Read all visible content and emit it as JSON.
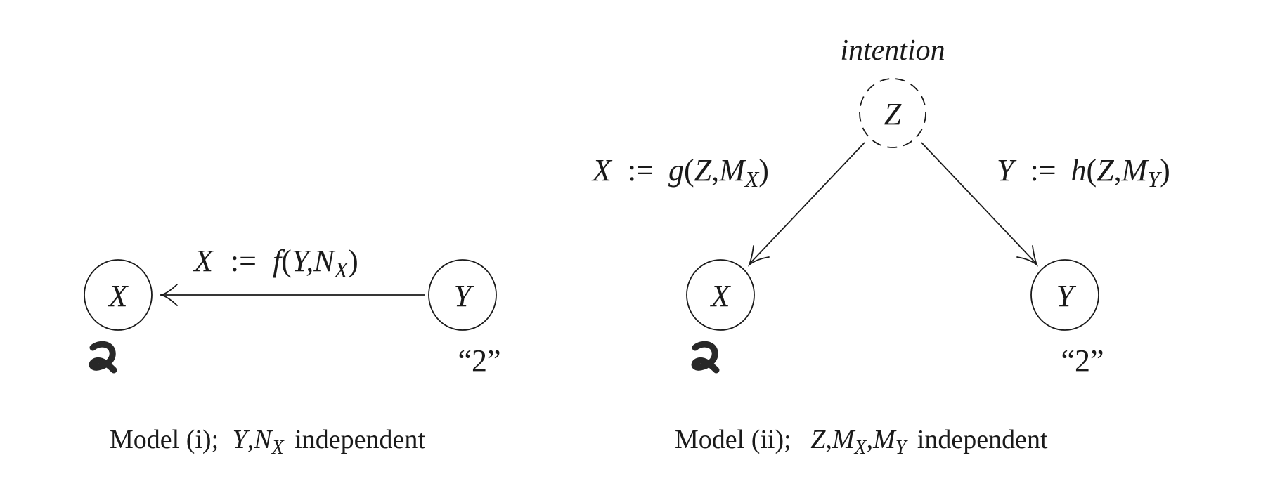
{
  "figure": {
    "model_i": {
      "nodes": [
        {
          "id": "X",
          "label": "X",
          "observed": true
        },
        {
          "id": "Y",
          "label": "Y",
          "observed": true
        }
      ],
      "edges": [
        {
          "from": "Y",
          "to": "X",
          "label": {
            "lhs": "X",
            "op": ":=",
            "func": "f",
            "args_pre": "Y,",
            "arg_main": "N",
            "arg_sub": "X"
          }
        }
      ],
      "annotations": {
        "x_below": "handwritten-digit-2-image",
        "y_below": "“2”"
      },
      "caption": {
        "prefix": "Model (i);",
        "vars_main1": "Y",
        "sep1": ",",
        "vars_main2": "N",
        "vars_sub2": "X",
        "suffix": "independent"
      }
    },
    "model_ii": {
      "latent_label": "intention",
      "nodes": [
        {
          "id": "Z",
          "label": "Z",
          "observed": false
        },
        {
          "id": "X",
          "label": "X",
          "observed": true
        },
        {
          "id": "Y",
          "label": "Y",
          "observed": true
        }
      ],
      "edges": [
        {
          "from": "Z",
          "to": "X",
          "label": {
            "lhs": "X",
            "op": ":=",
            "func": "g",
            "arg1": "Z",
            "arg_main": "M",
            "arg_sub": "X"
          }
        },
        {
          "from": "Z",
          "to": "Y",
          "label": {
            "lhs": "Y",
            "op": ":=",
            "func": "h",
            "arg1": "Z",
            "arg_main": "M",
            "arg_sub": "Y"
          }
        }
      ],
      "annotations": {
        "x_below": "handwritten-digit-2-image",
        "y_below": "“2”"
      },
      "caption": {
        "prefix": "Model (ii);",
        "v1": "Z",
        "v2_main": "M",
        "v2_sub": "X",
        "v3_main": "M",
        "v3_sub": "Y",
        "suffix": "independent"
      }
    }
  }
}
